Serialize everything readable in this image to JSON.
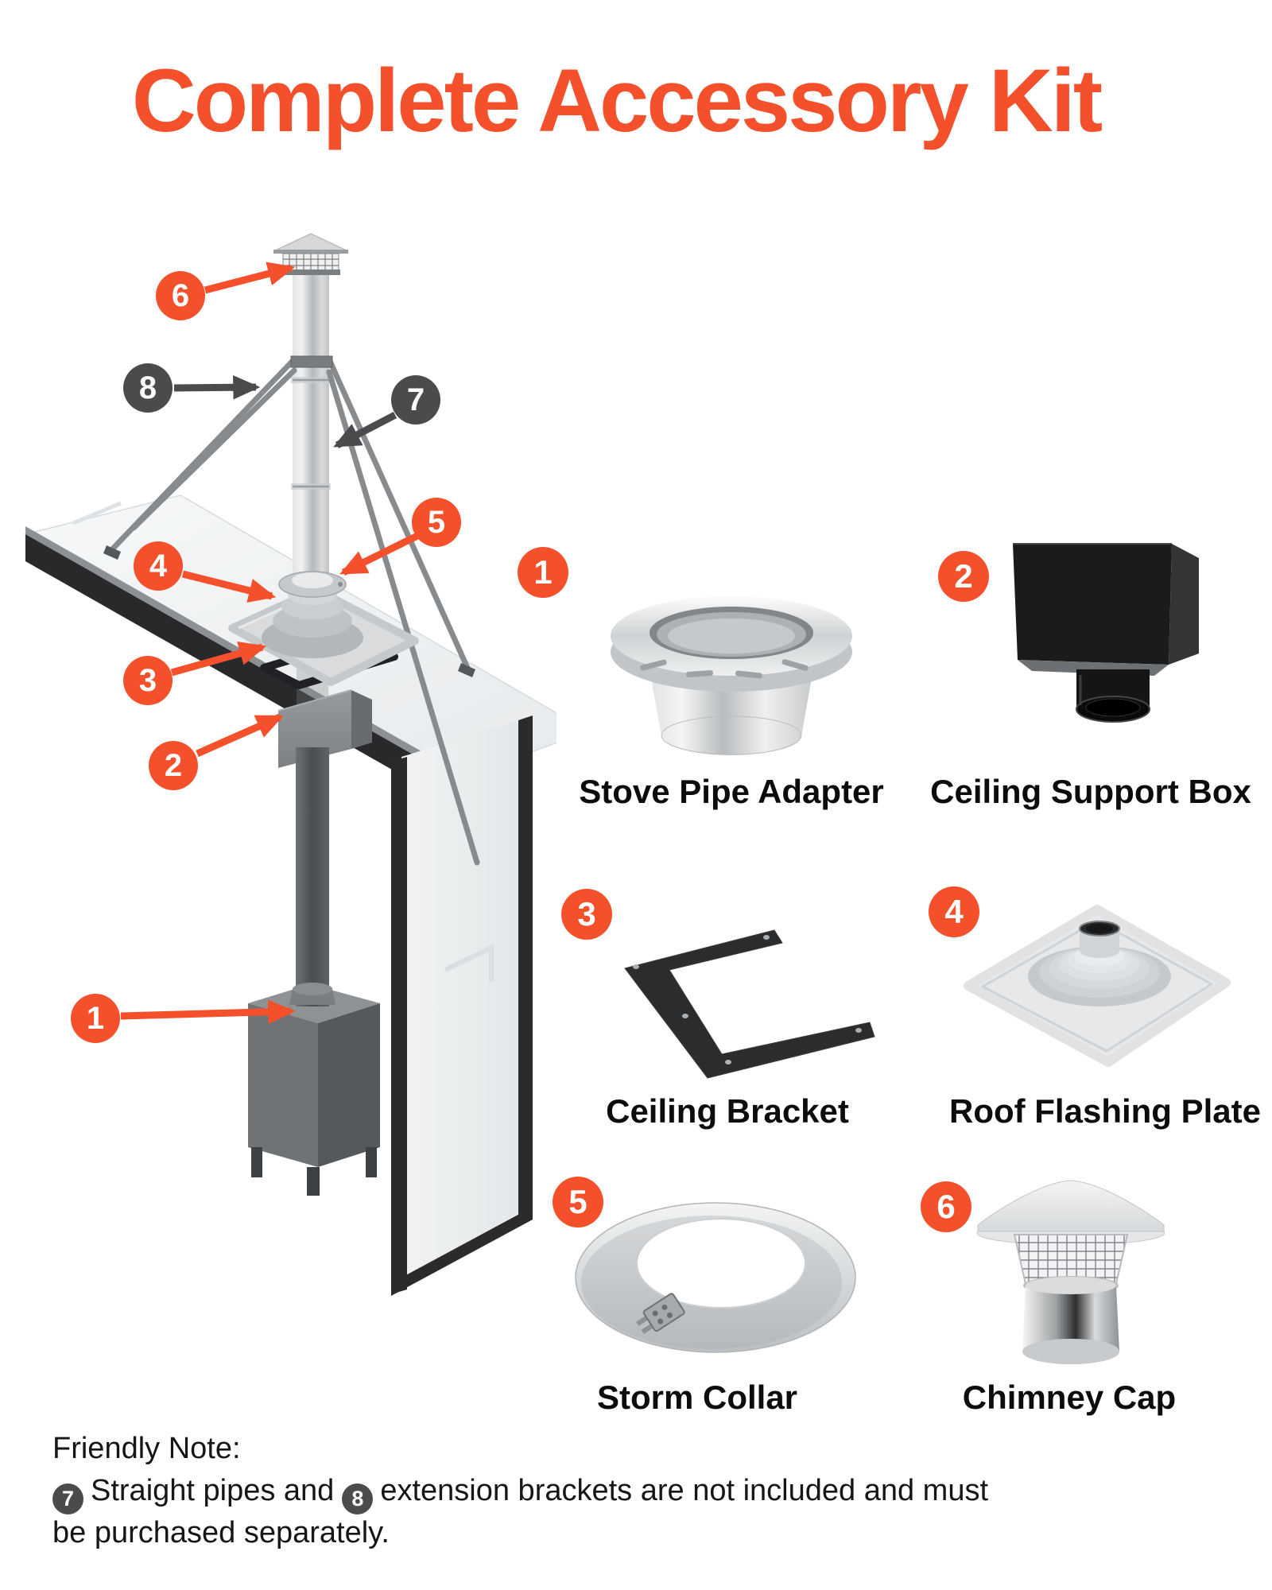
{
  "title": "Complete Accessory Kit",
  "colors": {
    "accent_orange": "#f4502b",
    "dark_badge": "#4b4b4d",
    "label_black": "#0c0c0c"
  },
  "diagram": {
    "callouts": [
      {
        "num": "1",
        "style": "orange"
      },
      {
        "num": "2",
        "style": "orange"
      },
      {
        "num": "3",
        "style": "orange"
      },
      {
        "num": "4",
        "style": "orange"
      },
      {
        "num": "5",
        "style": "orange"
      },
      {
        "num": "6",
        "style": "orange"
      },
      {
        "num": "7",
        "style": "dark"
      },
      {
        "num": "8",
        "style": "dark"
      }
    ]
  },
  "products": [
    {
      "num": "1",
      "label": "Stove Pipe Adapter"
    },
    {
      "num": "2",
      "label": "Ceiling Support Box"
    },
    {
      "num": "3",
      "label": "Ceiling Bracket"
    },
    {
      "num": "4",
      "label": "Roof Flashing Plate"
    },
    {
      "num": "5",
      "label": "Storm Collar"
    },
    {
      "num": "6",
      "label": "Chimney Cap"
    }
  ],
  "note": {
    "heading": "Friendly Note:",
    "badge7": "7",
    "text_after_7": "Straight pipes and",
    "badge8": "8",
    "text_after_8": "extension brackets are not included and must",
    "line2": "be purchased separately."
  }
}
